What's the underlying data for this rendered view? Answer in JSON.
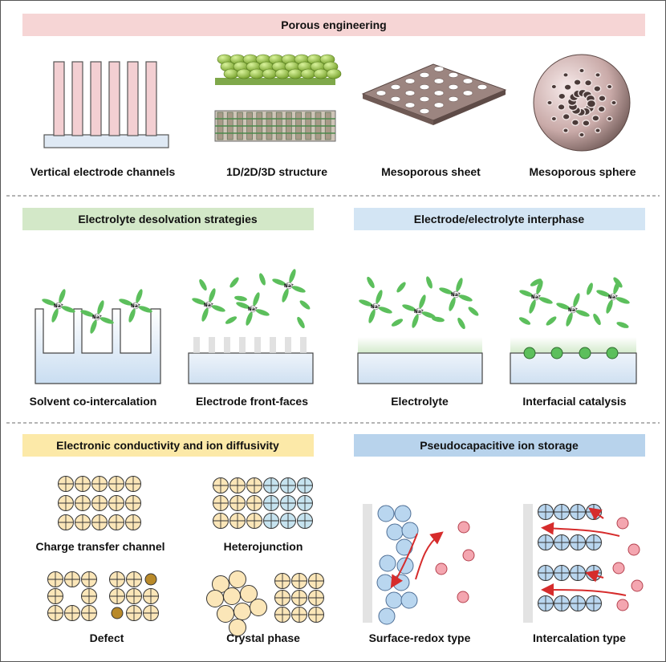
{
  "sections": {
    "porous": {
      "header": "Porous engineering",
      "header_color": "#f6d5d5",
      "items": [
        "Vertical electrode channels",
        "1D/2D/3D structure",
        "Mesoporous sheet",
        "Mesoporous sphere"
      ]
    },
    "desolvation": {
      "header": "Electrolyte desolvation strategies",
      "header_color": "#d3e8c8",
      "items": [
        "Solvent co-intercalation",
        "Electrode front-faces"
      ]
    },
    "interphase": {
      "header": "Electrode/electrolyte interphase",
      "header_color": "#d3e5f4",
      "items": [
        "Electrolyte",
        "Interfacial catalysis"
      ]
    },
    "conductivity": {
      "header": "Electronic conductivity and ion diffusivity",
      "header_color": "#fce9a8",
      "items": [
        "Charge transfer channel",
        "Heterojunction",
        "Defect",
        "Crystal phase"
      ]
    },
    "pseudo": {
      "header": "Pseudocapacitive ion storage",
      "header_color": "#b8d3ec",
      "items": [
        "Surface-redox type",
        "Intercalation type"
      ]
    }
  },
  "ion_label": "Na⁺",
  "colors": {
    "pillar": "#f3cfd2",
    "base": "#dfe9f4",
    "green": "#5cbf5c",
    "sheet": "#9c8580",
    "ion": "#f4a6b0",
    "lattice": "#fbe6b8",
    "lattice_blue": "#c6e3ef",
    "arrow": "#d62c2c",
    "bead": "#b9d6ef"
  }
}
